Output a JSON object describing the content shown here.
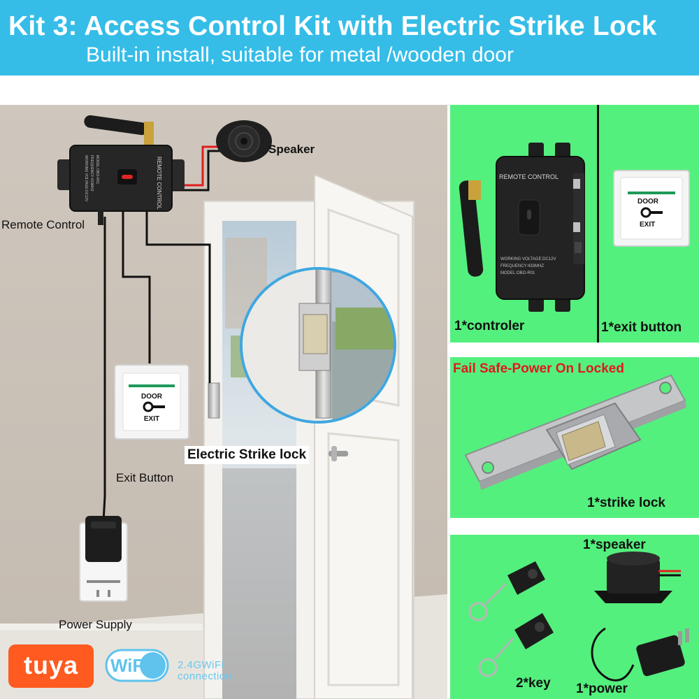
{
  "header": {
    "title": "Kit 3: Access Control Kit with Electric Strike Lock",
    "subtitle": "Built-in install, suitable for metal /wooden door"
  },
  "scene": {
    "labels": {
      "speaker": "Speaker",
      "remote_control": "Remote Control",
      "electric_strike_lock": "Electric Strike lock",
      "exit_button": "Exit Button",
      "power_supply": "Power Supply"
    },
    "device_text": {
      "controller_title": "REMOTE CONTROL",
      "controller_voltage": "WORKING VOLTAGE:DC12V",
      "controller_frequency": "FREQUENCY:433MHZ",
      "controller_model": "MODEL:OBO-R01",
      "exit_door": "DOOR",
      "exit_exit": "EXIT"
    }
  },
  "panels": {
    "controller_caption": "1*controler",
    "exit_button_caption": "1*exit button",
    "fail_safe": "Fail Safe-Power On Locked",
    "strike_lock_caption": "1*strike lock",
    "speaker_caption": "1*speaker",
    "key_caption": "2*key",
    "power_caption": "1*power"
  },
  "logos": {
    "tuya": "tuya",
    "wifi": "WiFi",
    "wifi_band": "2.4GWiFi",
    "wifi_connection": "connection"
  },
  "colors": {
    "header_bg": "#35bde8",
    "panel_bg": "#54f07d",
    "warning_text": "#e0191c",
    "tuya_orange": "#ff5a1f",
    "wifi_blue": "#6ac7ee"
  }
}
